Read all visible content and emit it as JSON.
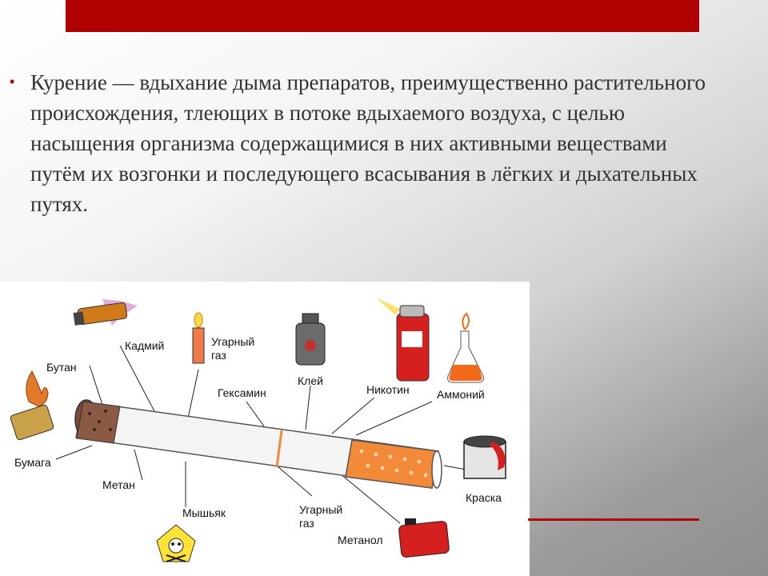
{
  "slide": {
    "bullet_text": "Курение — вдыхание дыма препаратов, преимущественно растительного происхождения, тлеющих в потоке вдыхаемого воздуха, с целью насыщения организма содержащимися в них активными веществами путём их возгонки и последующего всасывания в лёгких и дыхательных путях."
  },
  "illustration": {
    "labels": {
      "cadmium": "Кадмий",
      "carbon_monoxide_top_1": "Угарный",
      "carbon_monoxide_top_2": "газ",
      "butane": "Бутан",
      "hexamine": "Гексамин",
      "glue": "Клей",
      "nicotine": "Никотин",
      "ammonia": "Аммоний",
      "paper": "Бумага",
      "methane": "Метан",
      "arsenic": "Мышьяк",
      "carbon_monoxide_bottom_1": "Угарный",
      "carbon_monoxide_bottom_2": "газ",
      "methanol": "Метанол",
      "paint": "Краска"
    }
  },
  "colors": {
    "accent_red": "#b00000",
    "text": "#333333"
  }
}
